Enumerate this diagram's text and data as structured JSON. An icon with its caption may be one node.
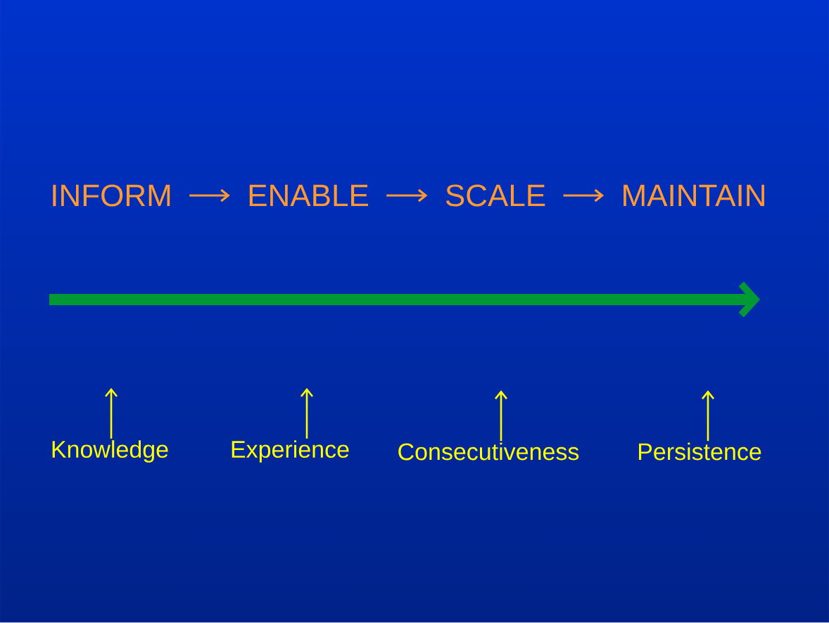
{
  "diagram": {
    "nodes": [
      {
        "text": [
          "INFORM"
        ]
      },
      {
        "text": [
          "ENABLE"
        ]
      },
      {
        "text": [
          "SCALE"
        ]
      },
      {
        "text": [
          "MAINTAIN"
        ]
      },
      {
        "text": [
          "Knowledge"
        ]
      },
      {
        "text": [
          "Experience"
        ]
      },
      {
        "text": [
          "Consecutiveness"
        ]
      },
      {
        "text": [
          "Persistence"
        ]
      }
    ],
    "edges": [
      {
        "from": 0,
        "to": 1,
        "arrow": "to",
        "color": "#ff9933"
      },
      {
        "from": 1,
        "to": 2,
        "arrow": "to",
        "color": "#ff9933"
      },
      {
        "from": 2,
        "to": 3,
        "arrow": "to",
        "color": "#ff9933"
      },
      {
        "from": 4,
        "to": null,
        "arrow": "to",
        "color": "#ffff00"
      },
      {
        "from": 5,
        "to": null,
        "arrow": "to",
        "color": "#ffff00"
      },
      {
        "from": 6,
        "to": null,
        "arrow": "to",
        "color": "#ffff00"
      },
      {
        "from": 7,
        "to": null,
        "arrow": "to",
        "color": "#ffff00"
      }
    ]
  }
}
